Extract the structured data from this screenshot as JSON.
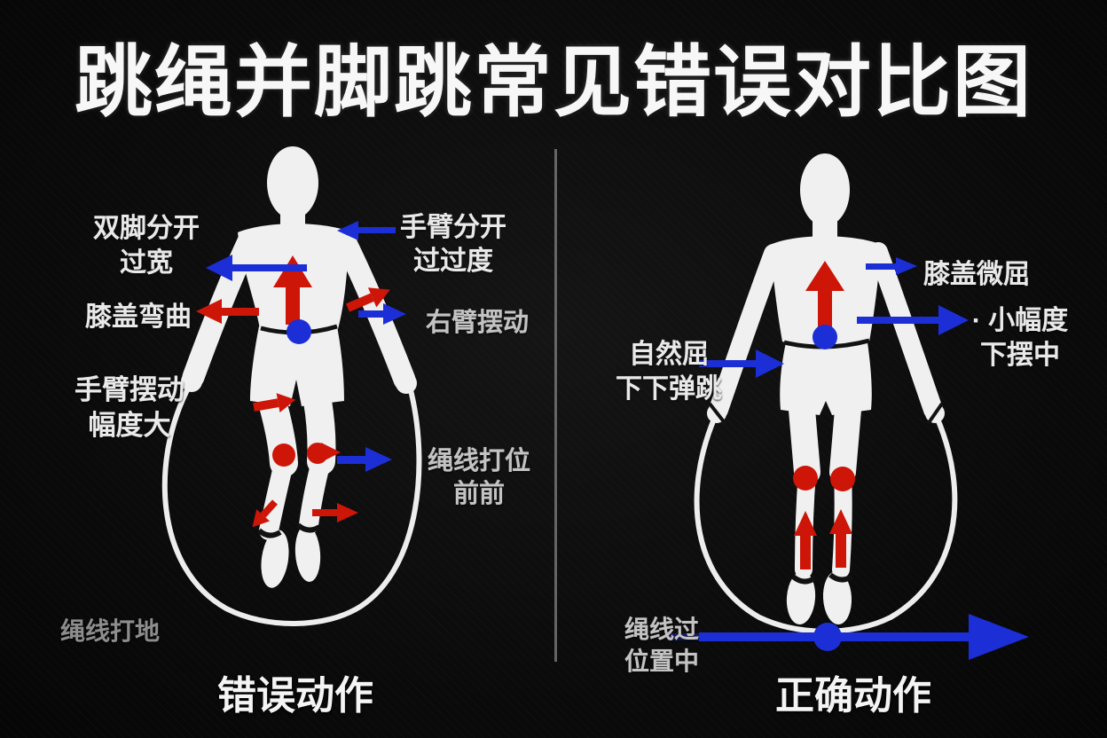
{
  "title": "跳绳并脚跳常见错误对比图",
  "colors": {
    "background": "#0b0b0b",
    "text": "#e9e9e9",
    "dim_text": "#8d8d8d",
    "blue": "#1c2ed6",
    "red": "#cd1508",
    "silhouette": "#f0f0f0",
    "divider": "#828282"
  },
  "left_panel": {
    "caption": "错误动作",
    "labels": {
      "feet_apart": {
        "line1": "双脚分开",
        "line2": "过宽"
      },
      "knees_bent": {
        "line1": "膝盖弯曲"
      },
      "arm_swing": {
        "line1": "手臂摆动",
        "line2": "幅度大"
      },
      "rope_hits_ground": {
        "line1": "绳线打地"
      },
      "arms_apart": {
        "line1": "手臂分开",
        "line2": "过过度"
      },
      "body_sway": {
        "line1": "右臂摆动"
      },
      "rope_position_front": {
        "line1": "绳线打位",
        "line2": "前前"
      }
    }
  },
  "right_panel": {
    "caption": "正确动作",
    "labels": {
      "knees_slightly_bent": {
        "line1": "膝盖微屈"
      },
      "small_amplitude": {
        "line1": "· 小幅度",
        "line2": "下摆中"
      },
      "natural_bend": {
        "line1": "自然屈",
        "line2": "下下弹跳"
      },
      "rope_centered": {
        "line1": "绳线过",
        "line2": "位置中"
      }
    }
  }
}
